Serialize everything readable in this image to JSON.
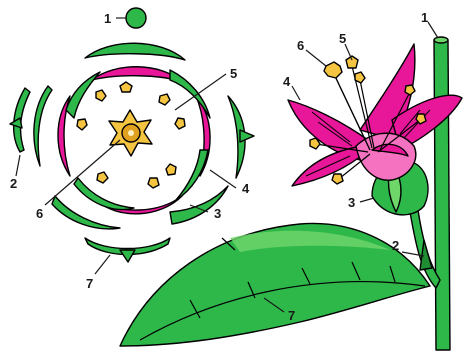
{
  "colors": {
    "petal": "#e8179a",
    "petal_light": "#f472c0",
    "green": "#2fb84a",
    "green_light": "#6fd66a",
    "green_dark": "#1f8e33",
    "anther": "#f5c542",
    "outline": "#000000"
  },
  "labels": {
    "diagram_1_top": "1",
    "diagram_2_left": "2",
    "diagram_6_bottom": "6",
    "diagram_7_bottom": "7",
    "diagram_3": "3",
    "diagram_4": "4",
    "diagram_5": "5",
    "flower_1": "1",
    "flower_6": "6",
    "flower_5": "5",
    "flower_4": "4",
    "flower_3": "3",
    "flower_2": "2",
    "flower_7": "7"
  }
}
